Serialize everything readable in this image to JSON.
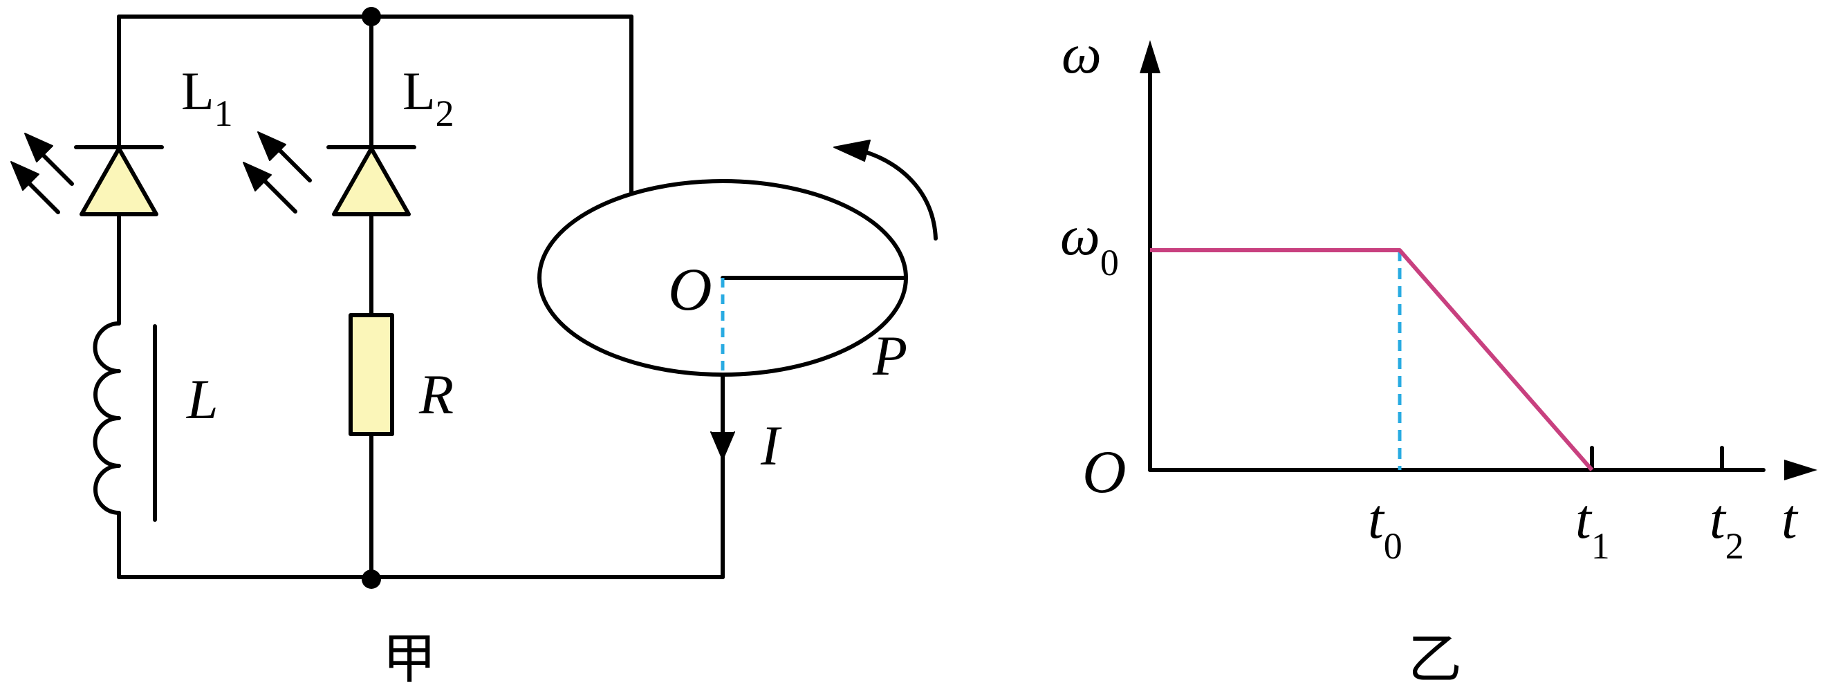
{
  "circuit": {
    "caption": "甲",
    "lamp1": {
      "name": "L",
      "sub": "1"
    },
    "lamp2": {
      "name": "L",
      "sub": "2"
    },
    "inductor": "L",
    "resistor": "R",
    "disk_center": "O",
    "disk_rim_point": "P",
    "current": "I",
    "colors": {
      "wire": "#000000",
      "component_fill": "#fbf6b9",
      "dashed_line": "#29abe2"
    }
  },
  "graph": {
    "caption": "乙",
    "y_axis": "ω",
    "x_axis": "t",
    "origin": "O",
    "y_tick": {
      "main": "ω",
      "sub": "0"
    },
    "x_ticks": [
      {
        "main": "t",
        "sub": "0"
      },
      {
        "main": "t",
        "sub": "1"
      },
      {
        "main": "t",
        "sub": "2"
      }
    ],
    "colors": {
      "curve": "#c8407f",
      "dashed_line": "#29abe2",
      "axes": "#000000"
    }
  }
}
